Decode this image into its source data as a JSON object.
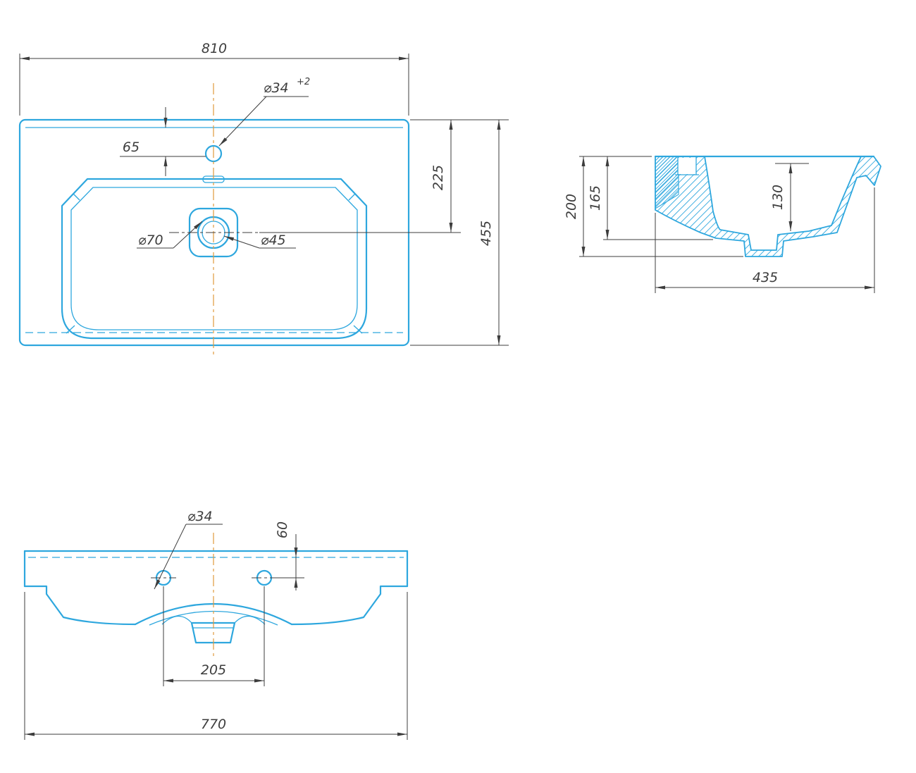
{
  "drawing": {
    "line_color": "#2ea7de",
    "dim_color": "#3d3d3d",
    "centerline_color": "#e09a3c"
  },
  "top_view": {
    "dims": {
      "overall_width": "810",
      "faucet_hole_diameter": "⌀34",
      "faucet_hole_tolerance": "+2",
      "faucet_hole_offset": "65",
      "drain_center_offset": "225",
      "overall_depth": "455",
      "drain_recess_diameter": "⌀70",
      "drain_hole_diameter": "⌀45"
    }
  },
  "side_view": {
    "dims": {
      "overall_height": "200",
      "basin_height": "165",
      "basin_inner_depth": "130",
      "basin_depth": "435"
    }
  },
  "front_view": {
    "dims": {
      "hole_diameter": "⌀34",
      "hole_top_offset": "60",
      "hole_spacing": "205",
      "bottom_width": "770"
    }
  }
}
